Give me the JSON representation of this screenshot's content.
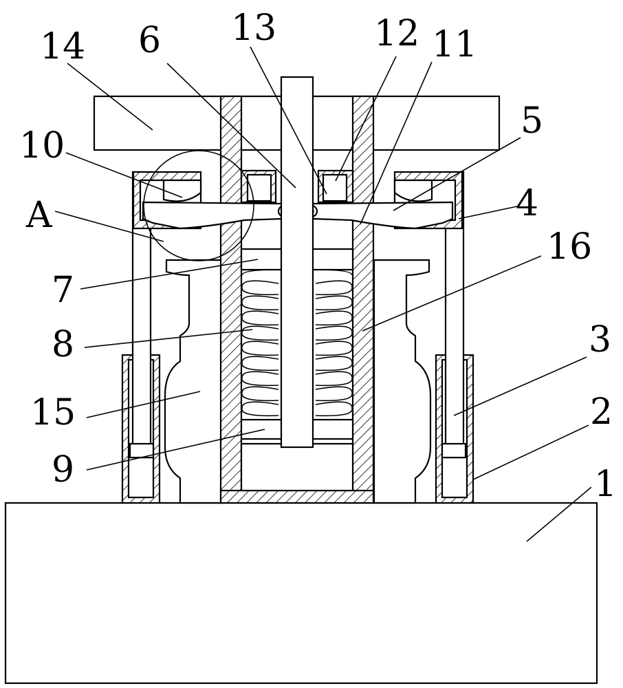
{
  "figure": {
    "labels": {
      "p1": "1",
      "p2": "2",
      "p3": "3",
      "p4": "4",
      "p5": "5",
      "p6": "6",
      "p7": "7",
      "p8": "8",
      "p9": "9",
      "p10": "10",
      "p11": "11",
      "p12": "12",
      "p13": "13",
      "p14": "14",
      "p15": "15",
      "p16": "16",
      "detail_a": "A"
    },
    "colors": {
      "line": "#000000",
      "background": "#ffffff"
    }
  }
}
